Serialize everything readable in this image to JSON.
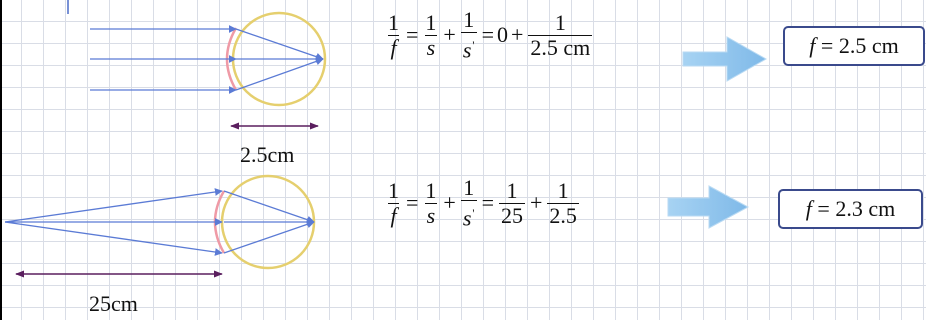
{
  "top": {
    "dimension_label": "2.5cm",
    "equation": {
      "f": "f",
      "s": "s",
      "s_prime": "s",
      "prime_mark": "'",
      "one": "1",
      "equals": "=",
      "plus": "+",
      "zero": "0",
      "last_denominator": "2.5 cm"
    },
    "result": {
      "var": "f",
      "text": "= 2.5 cm"
    }
  },
  "bottom": {
    "dimension_label": "25cm",
    "equation": {
      "f": "f",
      "s": "s",
      "s_prime": "s",
      "prime_mark": "'",
      "one": "1",
      "equals": "=",
      "plus": "+",
      "denominator_a": "25",
      "denominator_b": "2.5"
    },
    "result": {
      "var": "f",
      "text": "= 2.3 cm"
    }
  },
  "colors": {
    "ray": "#5b7bd5",
    "eye_outline": "#e5cf6e",
    "lens": "#ef9aa6",
    "dimension_arrow": "#5a1e5e",
    "arrow_fill": "#8ec5ee",
    "result_border": "#3a4a8c"
  }
}
